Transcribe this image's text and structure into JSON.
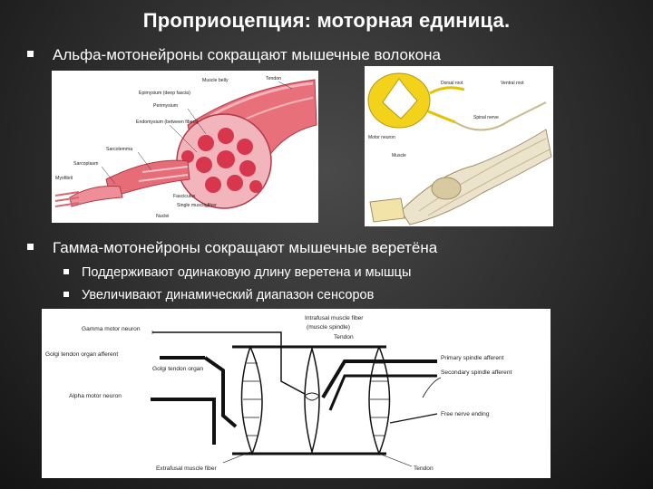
{
  "title": "Проприоцепция: моторная единица.",
  "bullets": [
    {
      "text": "Альфа-мотонейроны сокращают мышечные волокона"
    },
    {
      "text": "Гамма-мотонейроны сокращают мышечные веретёна"
    }
  ],
  "sub_bullets": [
    {
      "text": "Поддерживают одинаковую длину веретена и мышцы"
    },
    {
      "text": "Увеличивают динамический диапазон сенсоров"
    }
  ],
  "muscle_figure": {
    "labels": {
      "tendon": "Tendon",
      "muscle_belly": "Muscle belly",
      "epimysium": "Epimysium (deep fascia)",
      "perimysium": "Perimysium",
      "endomysium": "Endomysium (between fibers)",
      "sarcolemma": "Sarcolemma",
      "sarcoplasm": "Sarcoplasm",
      "myofibril": "Myofibril",
      "fasciculus": "Fasciculus",
      "single_muscle_fiber": "Single muscle fiber",
      "nuclei": "Nuclei"
    }
  },
  "spinal_figure": {
    "labels": {
      "a": "Dorsal root",
      "b": "Ventral root",
      "c": "Motor neuron",
      "d": "Spinal nerve",
      "e": "Muscle"
    }
  },
  "spindle_figure": {
    "labels": {
      "gamma_motor_neuron": "Gamma motor neuron",
      "intrafusal": "Intrafusal muscle fiber",
      "muscle_spindle": "(muscle spindle)",
      "tendon_top": "Tendon",
      "golgi_afferent": "Golgi tendon organ afferent",
      "golgi_organ": "Golgi tendon organ",
      "primary_afferent": "Primary spindle afferent",
      "secondary_afferent": "Secondary spindle afferent",
      "alpha_motor_neuron": "Alpha motor neuron",
      "free_nerve_ending": "Free nerve ending",
      "extrafusal": "Extrafusal muscle fiber",
      "tendon_bottom": "Tendon"
    }
  },
  "colors": {
    "background": "#2c2c2c",
    "text": "#ffffff",
    "muscle": "#e8707a",
    "muscle_dark": "#c0394a",
    "spinal_yellow": "#f3d21b"
  }
}
